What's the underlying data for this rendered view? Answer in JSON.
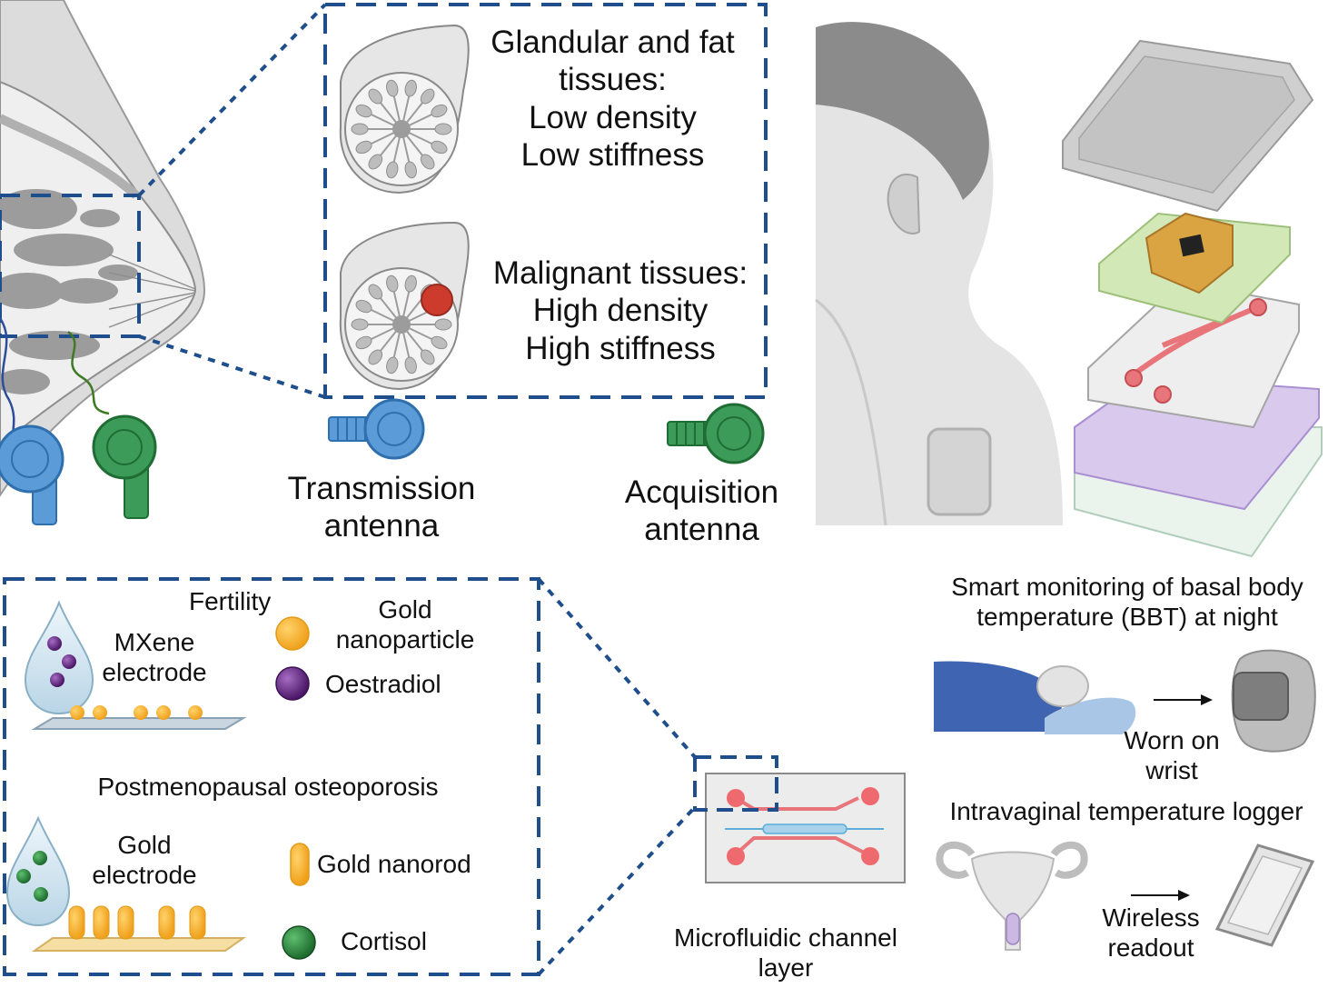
{
  "breast_section": {
    "benign_lines": [
      "Glandular and fat",
      "tissues:",
      "Low density",
      "Low stiffness"
    ],
    "malignant_lines": [
      "Malignant tissues:",
      "High density",
      "High stiffness"
    ],
    "transmission_antenna_lines": [
      "Transmission",
      "antenna"
    ],
    "acquisition_antenna_lines": [
      "Acquisition",
      "antenna"
    ]
  },
  "sensor_section": {
    "fertility_label": "Fertility",
    "mxene_lines": [
      "MXene",
      "electrode"
    ],
    "gold_nanoparticle_lines": [
      "Gold",
      "nanoparticle"
    ],
    "oestradiol_label": "Oestradiol",
    "osteoporosis_label": "Postmenopausal osteoporosis",
    "gold_electrode_lines": [
      "Gold",
      "electrode"
    ],
    "gold_nanorod_label": "Gold nanorod",
    "cortisol_label": "Cortisol",
    "microfluidic_lines": [
      "Microfluidic channel",
      "layer"
    ]
  },
  "monitoring_section": {
    "bbt_lines": [
      "Smart monitoring of basal body",
      "temperature (BBT) at night"
    ],
    "wrist_lines": [
      "Worn on",
      "wrist"
    ],
    "intravaginal_label": "Intravaginal temperature logger",
    "wireless_lines": [
      "Wireless",
      "readout"
    ]
  },
  "colors": {
    "dash_blue": "#1f4e8c",
    "transmit_blue": "#5b9bd8",
    "acquire_green": "#2e8b4a",
    "tumor_red": "#cc3b2c",
    "channel_red": "#e8757a",
    "purple_particle": "#6a2a86",
    "gold": "#f5b731"
  }
}
